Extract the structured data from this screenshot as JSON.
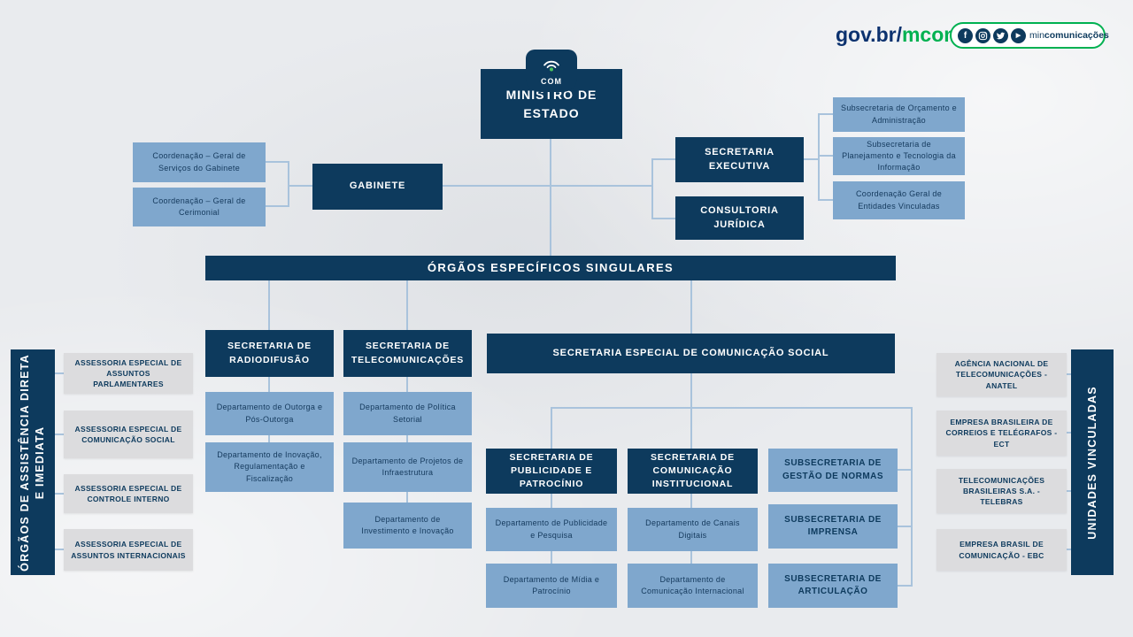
{
  "colors": {
    "navy": "#0d3a5d",
    "light_blue": "#7fa7cd",
    "gray_box": "#dcdcde",
    "connector": "#a9c3dc",
    "green": "#00b151",
    "gov_blue": "#0c326f",
    "background": "#e9ebee"
  },
  "header": {
    "gov": "gov.br/",
    "mcom": "mcom",
    "social_min": "min",
    "social_rest": "comunicações",
    "social_icons": [
      "facebook-icon",
      "instagram-icon",
      "twitter-icon",
      "youtube-icon"
    ]
  },
  "badge": {
    "label": "COM"
  },
  "org": {
    "ministro": "MINISTRO DE ESTADO",
    "gabinete": "GABINETE",
    "gabinete_children": [
      "Coordenação – Geral de Serviços do Gabinete",
      "Coordenação – Geral de Cerimonial"
    ],
    "secretaria_executiva": "SECRETARIA EXECUTIVA",
    "executiva_children": [
      "Subsecretaria de Orçamento e Administração",
      "Subsecretaria de Planejamento e Tecnologia da Informação",
      "Coordenação Geral de Entidades Vinculadas"
    ],
    "consultoria_juridica": "CONSULTORIA JURÍDICA",
    "orgaos_especificos": "ÓRGÃOS ESPECÍFICOS SINGULARES",
    "radiodifusao": "SECRETARIA DE RADIODIFUSÃO",
    "radiodifusao_children": [
      "Departamento de Outorga e Pós-Outorga",
      "Departamento de Inovação, Regulamentação e Fiscalização"
    ],
    "telecomunicacoes": "SECRETARIA DE TELECOMUNICAÇÕES",
    "telecomunicacoes_children": [
      "Departamento de Política Setorial",
      "Departamento de Projetos de Infraestrutura",
      "Departamento de Investimento e Inovação"
    ],
    "secom": "SECRETARIA ESPECIAL DE COMUNICAÇÃO SOCIAL",
    "publicidade": "SECRETARIA DE PUBLICIDADE E PATROCÍNIO",
    "publicidade_children": [
      "Departamento de Publicidade e Pesquisa",
      "Departamento de Mídia e Patrocínio"
    ],
    "institucional": "SECRETARIA DE COMUNICAÇÃO INSTITUCIONAL",
    "institucional_children": [
      "Departamento de Canais Digitais",
      "Departamento de Comunicação Internacional"
    ],
    "subsecretarias": [
      "SUBSECRETARIA DE GESTÃO DE NORMAS",
      "SUBSECRETARIA DE IMPRENSA",
      "SUBSECRETARIA DE ARTICULAÇÃO"
    ],
    "assistencia_title": "ÓRGÃOS DE ASSISTÊNCIA DIRETA E IMEDIATA",
    "assistencia_items": [
      "ASSESSORIA ESPECIAL DE ASSUNTOS PARLAMENTARES",
      "ASSESSORIA ESPECIAL DE COMUNICAÇÃO SOCIAL",
      "ASSESSORIA ESPECIAL DE CONTROLE INTERNO",
      "ASSESSORIA ESPECIAL DE ASSUNTOS INTERNACIONAIS"
    ],
    "vinculadas_title": "UNIDADES VINCULADAS",
    "vinculadas_items": [
      "AGÊNCIA NACIONAL DE TELECOMUNICAÇÕES - ANATEL",
      "EMPRESA BRASILEIRA DE CORREIOS E TELÉGRAFOS - ECT",
      "TELECOMUNICAÇÕES BRASILEIRAS S.A. - TELEBRAS",
      "EMPRESA BRASIL DE COMUNICAÇÃO - EBC"
    ]
  }
}
